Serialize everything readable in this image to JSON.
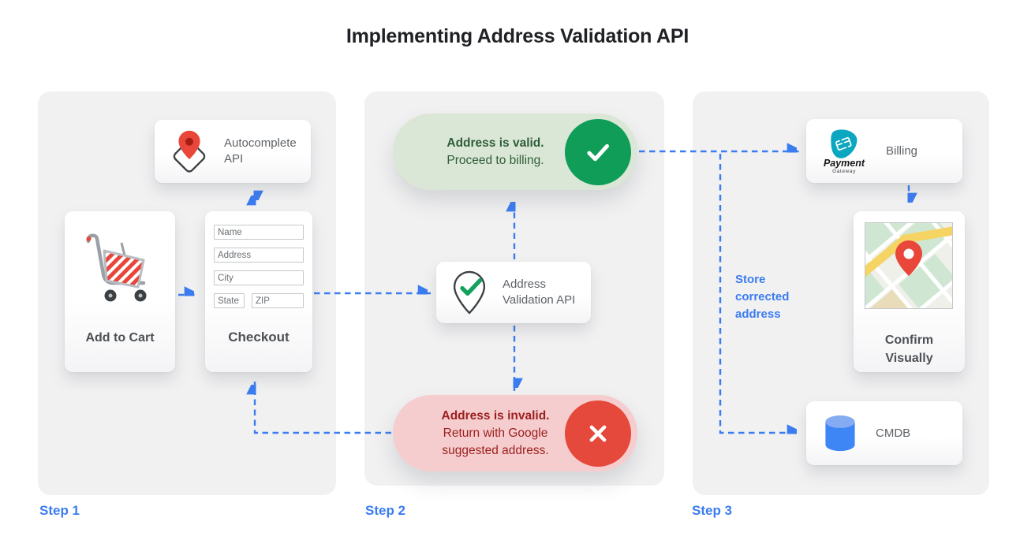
{
  "title": "Implementing Address Validation API",
  "steps": {
    "step1": "Step 1",
    "step2": "Step 2",
    "step3": "Step 3"
  },
  "colors": {
    "accent_blue": "#3b7cf0",
    "panel_bg": "#f1f1f2",
    "valid_green": "#0f9d58",
    "valid_bg": "#dbe7d6",
    "valid_text": "#2f5d3b",
    "invalid_red": "#e5493b",
    "invalid_bg": "#f6cdce",
    "invalid_text": "#9c2020"
  },
  "step1": {
    "autocomplete_api": {
      "label": "Autocomplete API",
      "icon": "map-pin-diamond-icon"
    },
    "add_to_cart": {
      "label": "Add to Cart",
      "icon": "shopping-cart-icon"
    },
    "checkout": {
      "label": "Checkout",
      "fields": {
        "name": "Name",
        "address": "Address",
        "city": "City",
        "state": "State",
        "zip": "ZIP"
      }
    }
  },
  "step2": {
    "valid_banner": {
      "title": "Address is valid.",
      "subtitle": "Proceed to billing.",
      "icon": "check-circle-icon"
    },
    "validation_api": {
      "label": "Address Validation API",
      "icon": "pin-check-icon"
    },
    "invalid_banner": {
      "title": "Address is invalid.",
      "subtitle": "Return with Google suggested address.",
      "icon": "x-circle-icon"
    }
  },
  "step3": {
    "billing": {
      "label": "Billing",
      "logo_title": "Payment",
      "logo_subtitle": "Gateway",
      "icon": "payment-gateway-logo"
    },
    "store_note": "Store corrected address",
    "confirm_visually": {
      "label": "Confirm Visually",
      "icon": "map-thumbnail-pin-icon"
    },
    "cmdb": {
      "label": "CMDB",
      "icon": "database-cylinder-icon"
    }
  }
}
